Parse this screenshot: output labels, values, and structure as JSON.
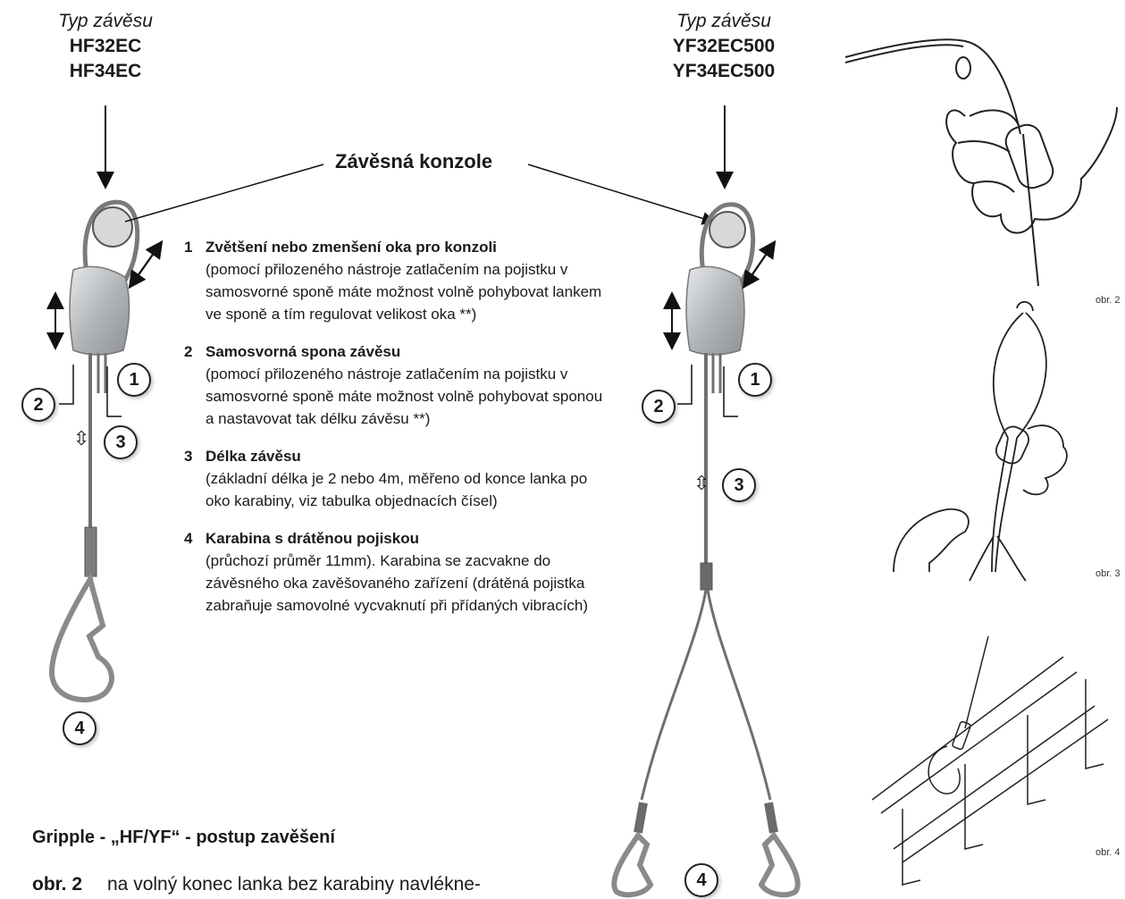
{
  "left_hanger": {
    "type_label": "Typ závěsu",
    "codes": [
      "HF32EC",
      "HF34EC"
    ]
  },
  "right_hanger": {
    "type_label": "Typ závěsu",
    "codes": [
      "YF32EC500",
      "YF34EC500"
    ]
  },
  "bracket_label": "Závěsná konzole",
  "badges": {
    "one": "1",
    "two": "2",
    "three": "3",
    "four": "4"
  },
  "items": [
    {
      "number": "1",
      "title": "Zvětšení nebo zmenšení oka pro konzoli",
      "text": "(pomocí přilozeného nástroje zatlačením na pojistku v samosvorné sponě máte možnost volně pohybovat lankem ve sponě a tím regulovat velikost oka **)"
    },
    {
      "number": "2",
      "title": "Samosvorná spona závěsu",
      "text": "(pomocí přilozeného nástroje zatlačením na pojistku v samosvorné sponě máte možnost volně pohybovat sponou a nastavovat tak délku závěsu **)"
    },
    {
      "number": "3",
      "title": "Délka závěsu",
      "text": "(základní délka je 2 nebo 4m, měřeno od konce lanka po oko karabiny, viz tabulka objednacích čísel)"
    },
    {
      "number": "4",
      "title": "Karabina s drátěnou pojiskou",
      "text": "(průchozí průměr 11mm). Karabina se zacvakne do závěsného oka zavěšovaného zařízení (drátěná pojistka zabraňuje samovolné vycvaknutí při přídaných vibracích)"
    }
  ],
  "procedure": {
    "title": "Gripple - „HF/YF“ - postup zavěšení",
    "first_step_label": "obr. 2",
    "first_step_text": "na volný konec lanka bez karabiny navlékne-"
  },
  "figure_captions": [
    "obr. 2",
    "obr. 3",
    "obr. 4"
  ],
  "colors": {
    "text": "#1a1a1a",
    "cable": "#6f6f6f",
    "gripper": "#b9bcbf",
    "bracket_circle": "#d8d8d8"
  }
}
